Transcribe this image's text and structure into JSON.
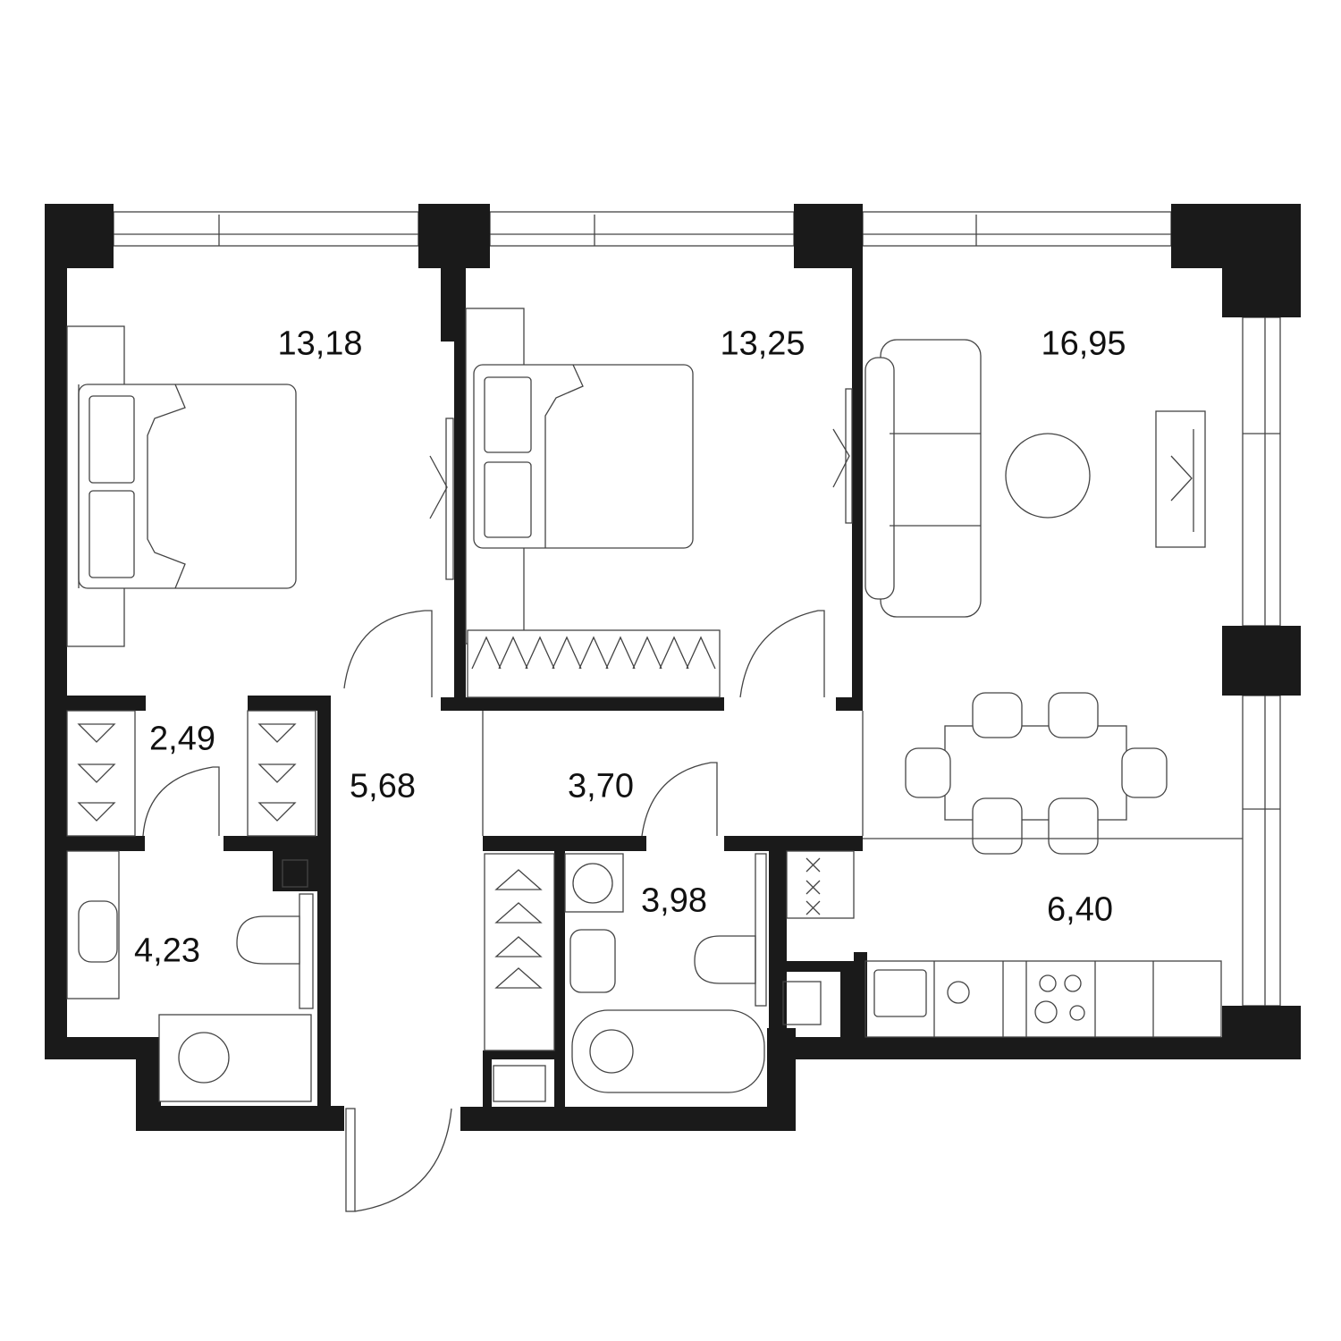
{
  "plan": {
    "wall_color": "#1a1a1a",
    "rooms": [
      {
        "id": "bedroom-1",
        "area": "13,18"
      },
      {
        "id": "bedroom-2",
        "area": "13,25"
      },
      {
        "id": "living-room",
        "area": "16,95"
      },
      {
        "id": "wardrobe",
        "area": "2,49"
      },
      {
        "id": "hallway",
        "area": "5,68"
      },
      {
        "id": "corridor",
        "area": "3,70"
      },
      {
        "id": "bathroom-2",
        "area": "3,98"
      },
      {
        "id": "bathroom-1",
        "area": "4,23"
      },
      {
        "id": "kitchen",
        "area": "6,40"
      }
    ]
  }
}
